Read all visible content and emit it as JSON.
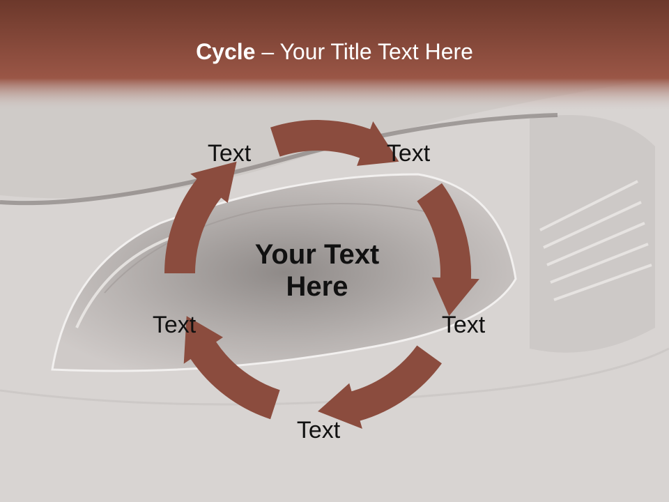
{
  "slide": {
    "title_bold": "Cycle",
    "title_rest": " – Your Title Text Here",
    "center_text_line1": "Your Text",
    "center_text_line2": "Here",
    "steps": [
      "Text",
      "Text",
      "Text",
      "Text",
      "Text"
    ]
  },
  "colors": {
    "arrow": "#8b4c3e",
    "header_top": "#6e3a2d",
    "header_bottom": "#a05a48",
    "background": "#d6d2d0",
    "title_text": "#ffffff",
    "label_text": "#111111"
  }
}
